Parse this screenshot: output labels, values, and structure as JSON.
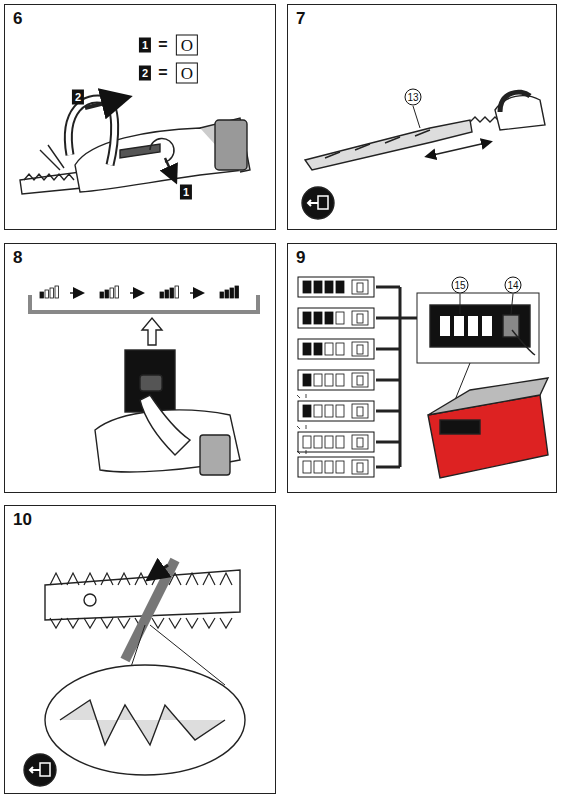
{
  "diagram": {
    "nodes": [
      {
        "text": [
          "6"
        ]
      },
      {
        "text": [
          "7"
        ]
      },
      {
        "text": [
          "8"
        ]
      },
      {
        "text": [
          "9"
        ]
      },
      {
        "text": [
          "10"
        ]
      }
    ],
    "labels": [
      "1",
      "=",
      "O",
      "2",
      "=",
      "O",
      "2",
      "1",
      "13",
      "15",
      "14"
    ]
  }
}
